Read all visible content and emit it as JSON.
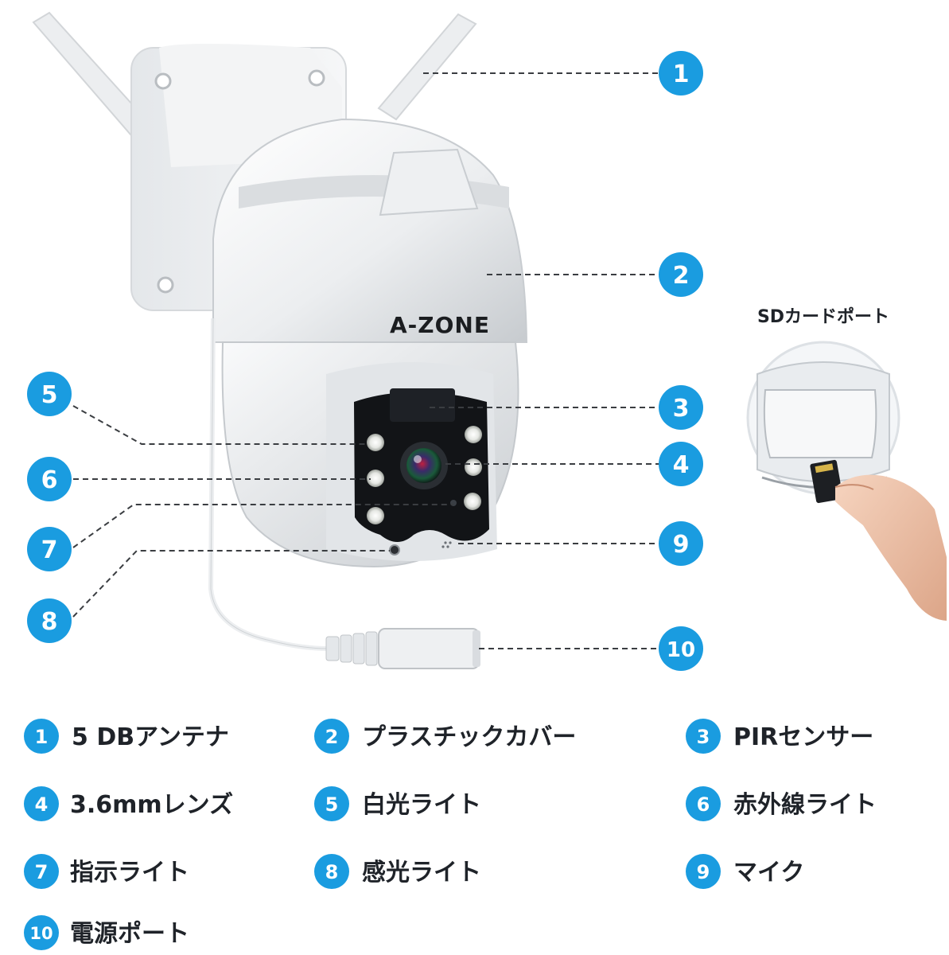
{
  "brand_logo": "A-ZONE",
  "sd_port": {
    "label": "SDカードポート"
  },
  "accent_color": "#1a9ce0",
  "callouts": [
    "1",
    "2",
    "3",
    "4",
    "5",
    "6",
    "7",
    "8",
    "9",
    "10"
  ],
  "legend": [
    {
      "num": "1",
      "text": "5 DBアンテナ"
    },
    {
      "num": "2",
      "text": "プラスチックカバー"
    },
    {
      "num": "3",
      "text": "PIRセンサー"
    },
    {
      "num": "4",
      "text": "3.6mmレンズ"
    },
    {
      "num": "5",
      "text": "白光ライト"
    },
    {
      "num": "6",
      "text": "赤外線ライト"
    },
    {
      "num": "7",
      "text": "指示ライト"
    },
    {
      "num": "8",
      "text": "感光ライト"
    },
    {
      "num": "9",
      "text": "マイク"
    },
    {
      "num": "10",
      "text": "電源ポート"
    }
  ]
}
